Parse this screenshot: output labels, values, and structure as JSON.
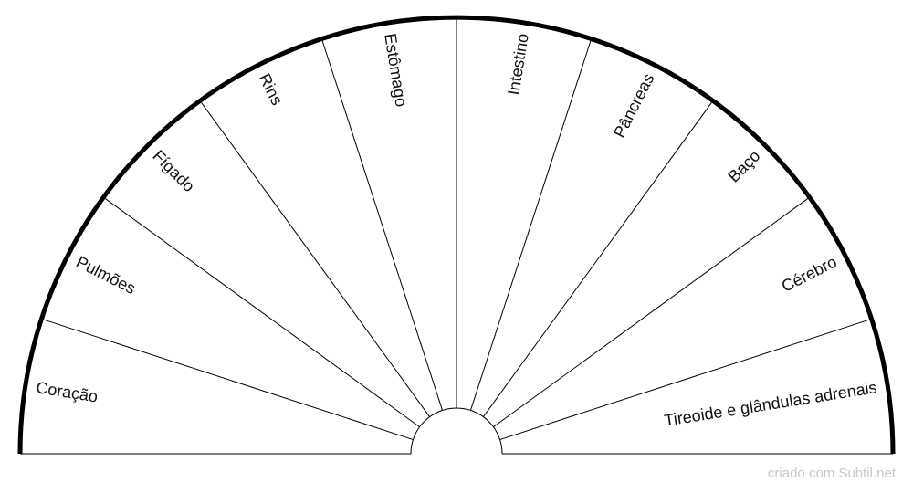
{
  "diagram": {
    "type": "semicircle-pendulum-chart",
    "sectors": [
      {
        "label": "Coração"
      },
      {
        "label": "Pulmões"
      },
      {
        "label": "Fígado"
      },
      {
        "label": "Rins"
      },
      {
        "label": "Estômago"
      },
      {
        "label": "Intestino"
      },
      {
        "label": "Pâncreas"
      },
      {
        "label": "Baço"
      },
      {
        "label": "Cérebro"
      },
      {
        "label": "Tireoide e glândulas adrenais"
      }
    ],
    "colors": {
      "outline": "#000000",
      "divider": "#000000",
      "background": "#ffffff",
      "label": "#111111",
      "credit": "#c8c8c8"
    }
  },
  "footer": {
    "credit": "criado com Subtil.net"
  }
}
